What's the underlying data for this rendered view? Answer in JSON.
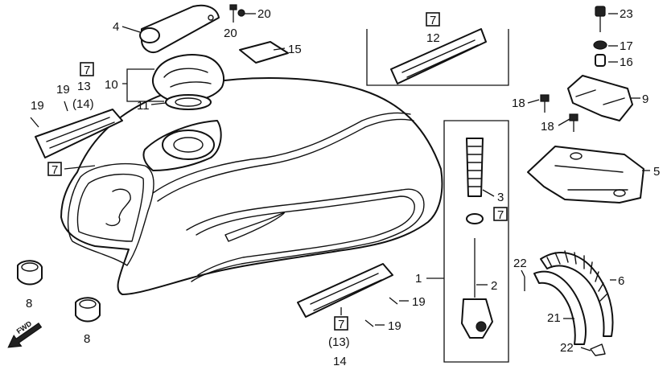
{
  "labels": {
    "p4": "4",
    "p20a": "20",
    "p20b": "20",
    "p15": "15",
    "p7_13": "7",
    "p19_13": "19",
    "p13": "13",
    "p14_paren": "(14)",
    "p10": "10",
    "p11": "11",
    "p19a": "19",
    "p7_tank": "7",
    "p7_12": "7",
    "p12": "12",
    "p23": "23",
    "p17": "17",
    "p16": "16",
    "p9": "9",
    "p18a": "18",
    "p18b": "18",
    "p5": "5",
    "p3": "3",
    "p7_3": "7",
    "p1": "1",
    "p2": "2",
    "p22a": "22",
    "p6": "6",
    "p21": "21",
    "p22b": "22",
    "p19b": "19",
    "p19c": "19",
    "p7_14": "7",
    "p13_paren": "(13)",
    "p14": "14",
    "p8a": "8",
    "p8b": "8",
    "fwd": "FWD"
  },
  "icons": {
    "fwd_arrow": "arrow-left-icon"
  }
}
